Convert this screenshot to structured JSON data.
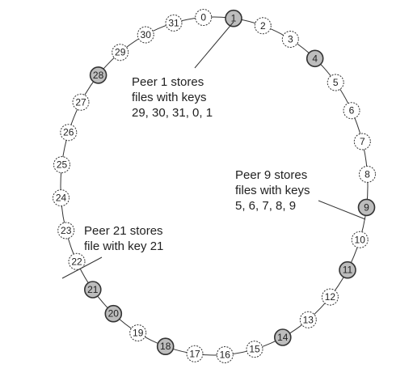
{
  "ring": {
    "nodes": [
      {
        "key": 0,
        "label": "0",
        "peer": false
      },
      {
        "key": 1,
        "label": "1",
        "peer": true
      },
      {
        "key": 2,
        "label": "2",
        "peer": false
      },
      {
        "key": 3,
        "label": "3",
        "peer": false
      },
      {
        "key": 4,
        "label": "4",
        "peer": true
      },
      {
        "key": 5,
        "label": "5",
        "peer": false
      },
      {
        "key": 6,
        "label": "6",
        "peer": false
      },
      {
        "key": 7,
        "label": "7",
        "peer": false
      },
      {
        "key": 8,
        "label": "8",
        "peer": false
      },
      {
        "key": 9,
        "label": "9",
        "peer": true
      },
      {
        "key": 10,
        "label": "10",
        "peer": false
      },
      {
        "key": 11,
        "label": "11",
        "peer": true
      },
      {
        "key": 12,
        "label": "12",
        "peer": false
      },
      {
        "key": 13,
        "label": "13",
        "peer": false
      },
      {
        "key": 14,
        "label": "14",
        "peer": true
      },
      {
        "key": 15,
        "label": "15",
        "peer": false
      },
      {
        "key": 16,
        "label": "16",
        "peer": false
      },
      {
        "key": 17,
        "label": "17",
        "peer": false
      },
      {
        "key": 18,
        "label": "18",
        "peer": true
      },
      {
        "key": 19,
        "label": "19",
        "peer": false
      },
      {
        "key": 20,
        "label": "20",
        "peer": true
      },
      {
        "key": 21,
        "label": "21",
        "peer": true
      },
      {
        "key": 22,
        "label": "22",
        "peer": false
      },
      {
        "key": 23,
        "label": "23",
        "peer": false
      },
      {
        "key": 24,
        "label": "24",
        "peer": false
      },
      {
        "key": 25,
        "label": "25",
        "peer": false
      },
      {
        "key": 26,
        "label": "26",
        "peer": false
      },
      {
        "key": 27,
        "label": "27",
        "peer": false
      },
      {
        "key": 28,
        "label": "28",
        "peer": true
      },
      {
        "key": 29,
        "label": "29",
        "peer": false
      },
      {
        "key": 30,
        "label": "30",
        "peer": false
      },
      {
        "key": 31,
        "label": "31",
        "peer": false
      }
    ]
  },
  "annotations": {
    "peer1": {
      "lines": [
        "Peer 1 stores",
        "files with keys",
        "29, 30, 31, 0, 1"
      ]
    },
    "peer9": {
      "lines": [
        "Peer 9 stores",
        "files with keys",
        "5, 6, 7, 8, 9"
      ]
    },
    "peer21": {
      "lines": [
        "Peer 21 stores",
        "file with key 21"
      ]
    }
  },
  "colors": {
    "peer_fill": "#bdbdbd",
    "key_fill": "#ffffff",
    "stroke": "#333333"
  }
}
